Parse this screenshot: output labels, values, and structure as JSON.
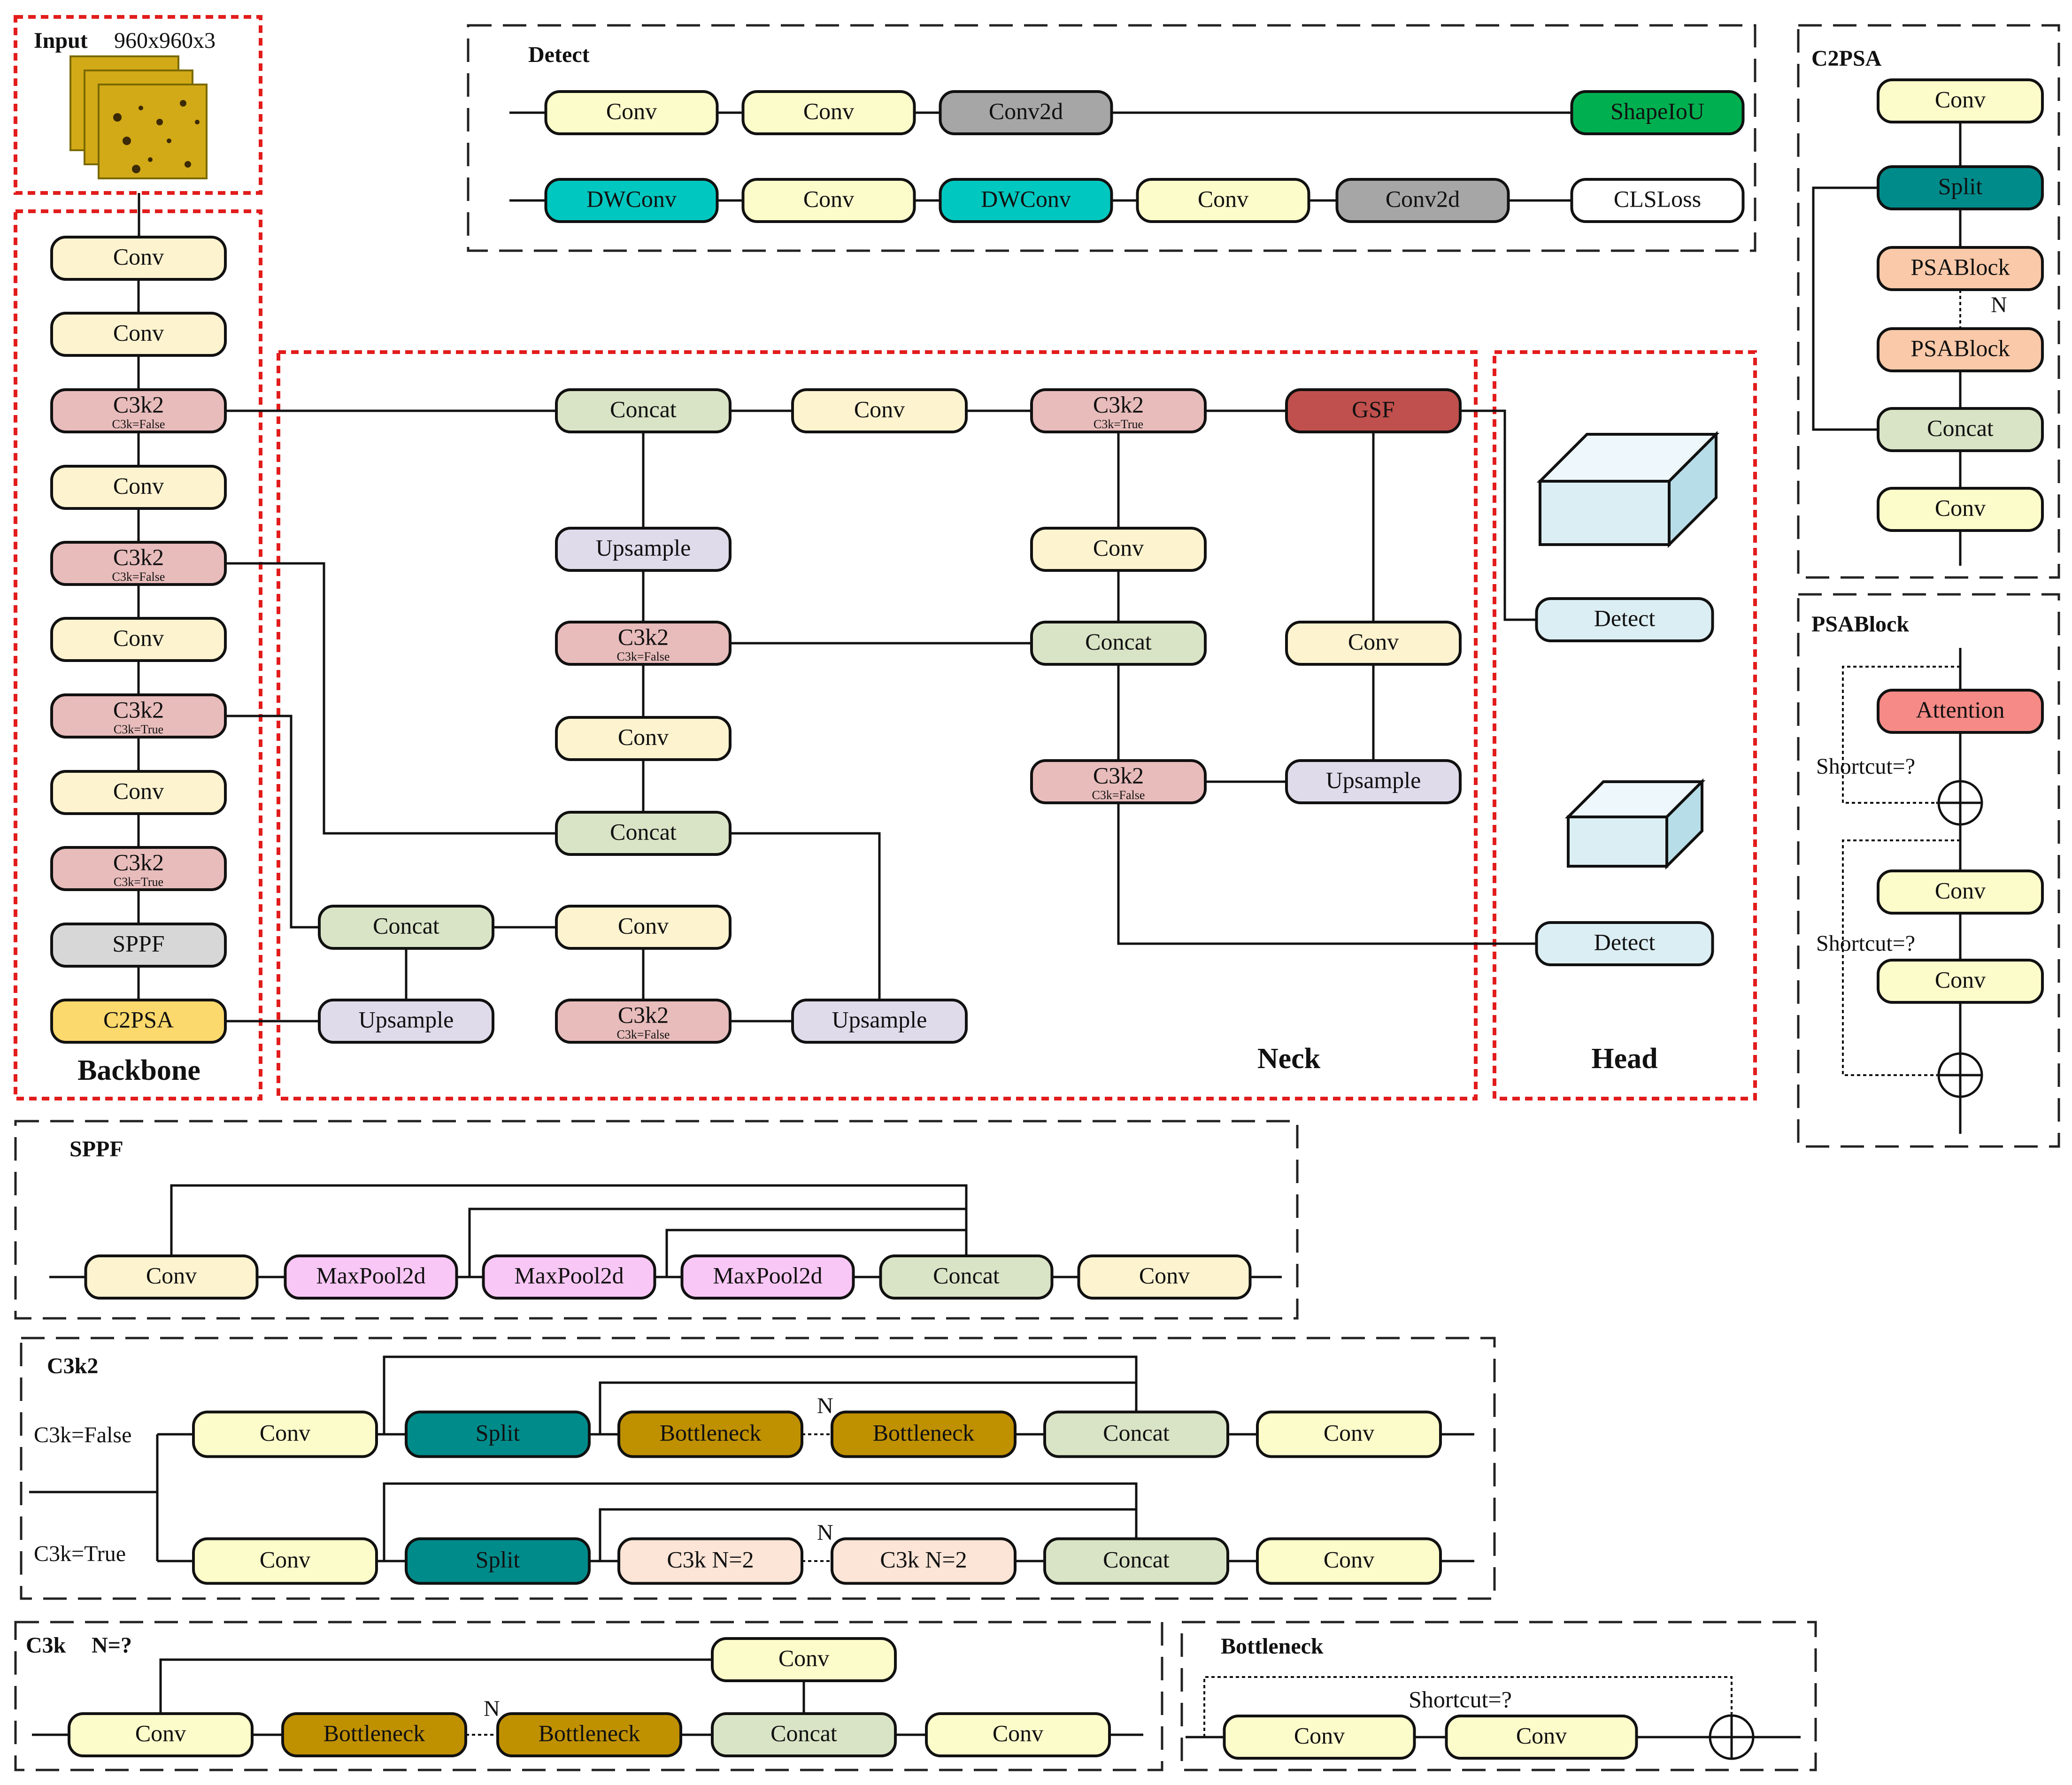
{
  "colors": {
    "conv": "#fef3cf",
    "convpale": "#fcfbca",
    "c3k2": "#e8bcbb",
    "concat": "#d9e4c6",
    "upsample": "#dfdbeb",
    "sppf": "#d7d7d7",
    "c2psa": "#fcd96c",
    "gsf": "#c0504d",
    "detect": "#dbeef4",
    "conv2d": "#a6a6a6",
    "shapeiou": "#00b050",
    "dwconv": "#00c8c0",
    "split": "#008b8b",
    "psablock": "#fac9a9",
    "attention": "#f58a86",
    "maxpool": "#f9c7f5",
    "bottleneck": "#bf9000",
    "c3k": "#fce4d6",
    "white": "#ffffff",
    "image": "#d2a917",
    "red_dash": "#e21c1c"
  },
  "input": {
    "title": "Input",
    "size": "960x960x3"
  },
  "backbone": {
    "title": "Backbone",
    "nodes": [
      {
        "label": "Conv"
      },
      {
        "label": "Conv"
      },
      {
        "label": "C3k2",
        "sub": "C3k=False"
      },
      {
        "label": "Conv"
      },
      {
        "label": "C3k2",
        "sub": "C3k=False"
      },
      {
        "label": "Conv"
      },
      {
        "label": "C3k2",
        "sub": "C3k=True"
      },
      {
        "label": "Conv"
      },
      {
        "label": "C3k2",
        "sub": "C3k=True"
      },
      {
        "label": "SPPF"
      },
      {
        "label": "C2PSA"
      }
    ]
  },
  "neck": {
    "title": "Neck",
    "nodes": [
      {
        "label": "Concat"
      },
      {
        "label": "Conv"
      },
      {
        "label": "C3k2",
        "sub": "C3k=True"
      },
      {
        "label": "GSF"
      },
      {
        "label": "Upsample"
      },
      {
        "label": "Conv"
      },
      {
        "label": "C3k2",
        "sub": "C3k=False"
      },
      {
        "label": "Concat"
      },
      {
        "label": "Conv"
      },
      {
        "label": "Conv"
      },
      {
        "label": "Concat"
      },
      {
        "label": "C3k2",
        "sub": "C3k=False"
      },
      {
        "label": "Upsample"
      },
      {
        "label": "Concat"
      },
      {
        "label": "Conv"
      },
      {
        "label": "Upsample"
      },
      {
        "label": "C3k2",
        "sub": "C3k=False"
      },
      {
        "label": "Upsample"
      }
    ]
  },
  "head": {
    "title": "Head",
    "nodes": [
      {
        "label": "Detect"
      },
      {
        "label": "Detect"
      }
    ]
  },
  "detect_panel": {
    "title": "Detect",
    "nodes": [
      {
        "label": "Conv"
      },
      {
        "label": "Conv"
      },
      {
        "label": "Conv2d"
      },
      {
        "label": "ShapeIoU"
      },
      {
        "label": "DWConv"
      },
      {
        "label": "Conv"
      },
      {
        "label": "DWConv"
      },
      {
        "label": "Conv"
      },
      {
        "label": "Conv2d"
      },
      {
        "label": "CLSLoss"
      }
    ]
  },
  "c2psa_panel": {
    "title": "C2PSA",
    "nodes": [
      {
        "label": "Conv"
      },
      {
        "label": "Split"
      },
      {
        "label": "PSABlock"
      },
      {
        "label": "PSABlock"
      },
      {
        "label": "Concat"
      },
      {
        "label": "Conv"
      }
    ],
    "repeat": "N"
  },
  "psablock_panel": {
    "title": "PSABlock",
    "nodes": [
      {
        "label": "Attention"
      },
      {
        "label": "Conv"
      },
      {
        "label": "Conv"
      }
    ],
    "shortcut1": "Shortcut=?",
    "shortcut2": "Shortcut=?"
  },
  "sppf_panel": {
    "title": "SPPF",
    "nodes": [
      {
        "label": "Conv"
      },
      {
        "label": "MaxPool2d"
      },
      {
        "label": "MaxPool2d"
      },
      {
        "label": "MaxPool2d"
      },
      {
        "label": "Concat"
      },
      {
        "label": "Conv"
      }
    ]
  },
  "c3k2_panel": {
    "title": "C3k2",
    "false_label": "C3k=False",
    "true_label": "C3k=True",
    "nodes": [
      {
        "label": "Conv"
      },
      {
        "label": "Split"
      },
      {
        "label": "Bottleneck"
      },
      {
        "label": "Bottleneck"
      },
      {
        "label": "Concat"
      },
      {
        "label": "Conv"
      },
      {
        "label": "Conv"
      },
      {
        "label": "Split"
      },
      {
        "label": "C3k    N=2"
      },
      {
        "label": "C3k    N=2"
      },
      {
        "label": "Concat"
      },
      {
        "label": "Conv"
      }
    ],
    "repeat1": "N",
    "repeat2": "N"
  },
  "c3k_panel": {
    "title": "C3k",
    "title_n": "N=?",
    "nodes": [
      {
        "label": "Conv"
      },
      {
        "label": "Conv"
      },
      {
        "label": "Bottleneck"
      },
      {
        "label": "Bottleneck"
      },
      {
        "label": "Concat"
      },
      {
        "label": "Conv"
      }
    ],
    "repeat": "N"
  },
  "bottleneck_panel": {
    "title": "Bottleneck",
    "nodes": [
      {
        "label": "Conv"
      },
      {
        "label": "Conv"
      }
    ],
    "shortcut": "Shortcut=?"
  }
}
